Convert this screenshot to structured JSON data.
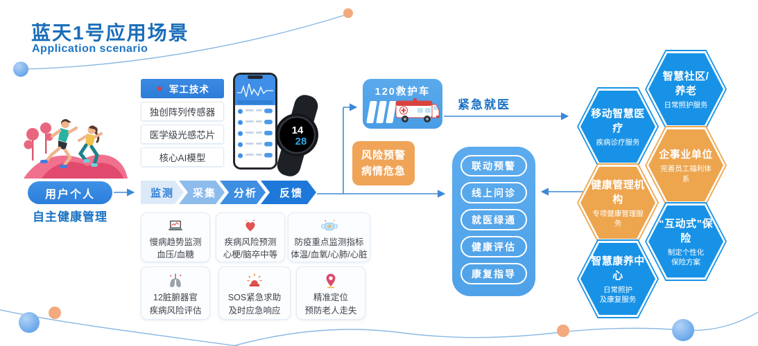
{
  "header": {
    "title_zh": "蓝天1号应用场景",
    "title_en": "Application scenario"
  },
  "user": {
    "label": "用户个人",
    "caption": "自主健康管理"
  },
  "tech_panel": {
    "header": {
      "star": "★",
      "label": "军工技术"
    },
    "items": [
      {
        "label": "独创阵列传感器"
      },
      {
        "label": "医学级光感芯片"
      },
      {
        "label": "核心AI模型"
      }
    ]
  },
  "devices": {
    "watch_time_hour": "14",
    "watch_time_min": "28"
  },
  "flow": {
    "steps": [
      {
        "label": "监测"
      },
      {
        "label": "采集"
      },
      {
        "label": "分析"
      },
      {
        "label": "反馈"
      }
    ]
  },
  "feature_cards": [
    {
      "icon": "laptop-chart-icon",
      "line1": "慢病趋势监测",
      "line2": "血压/血糖"
    },
    {
      "icon": "heart-icon",
      "line1": "疾病风险预测",
      "line2": "心梗/脑卒中等"
    },
    {
      "icon": "mask-icon",
      "line1": "防疫重点监测指标",
      "line2": "体温/血氧/心肺/心脏"
    },
    {
      "icon": "lungs-icon",
      "line1": "12脏腑器官",
      "line2": "疾病风险评估"
    },
    {
      "icon": "siren-icon",
      "line1": "SOS紧急求助",
      "line2": "及时应急响应"
    },
    {
      "icon": "location-pin-icon",
      "line1": "精准定位",
      "line2": "预防老人走失"
    }
  ],
  "ambulance_box": {
    "label": "120救护车"
  },
  "emergency_label": "紧急就医",
  "risk_box": {
    "line1": "风险预警",
    "line2": "病情危急"
  },
  "service_panel": {
    "items": [
      {
        "label": "联动预警"
      },
      {
        "label": "线上问诊"
      },
      {
        "label": "就医绿通"
      },
      {
        "label": "健康评估"
      },
      {
        "label": "康复指导"
      }
    ]
  },
  "hexagons": [
    {
      "title": "移动智慧医疗",
      "subtitle": "疾病诊疗服务",
      "color": "blue"
    },
    {
      "title": "智慧社区/养老",
      "subtitle": "日常照护服务",
      "color": "blue"
    },
    {
      "title": "企事业单位",
      "subtitle": "完善员工福利体系",
      "color": "orange"
    },
    {
      "title": "健康管理机构",
      "subtitle": "专项健康管理服务",
      "color": "orange"
    },
    {
      "title": "“互动式”保险",
      "subtitle": "制定个性化\n保险方案",
      "color": "blue"
    },
    {
      "title": "智慧康养中心",
      "subtitle": "日常照护\n及康复服务",
      "color": "blue"
    }
  ],
  "colors": {
    "title_blue": "#1a6db9",
    "primary_blue": "#2e86dd",
    "panel_blue": "#4fa2e8",
    "hex_blue": "#1792e6",
    "hex_orange": "#eda54e",
    "risk_orange": "#f0a458",
    "connector_blue": "#3c88d6"
  }
}
